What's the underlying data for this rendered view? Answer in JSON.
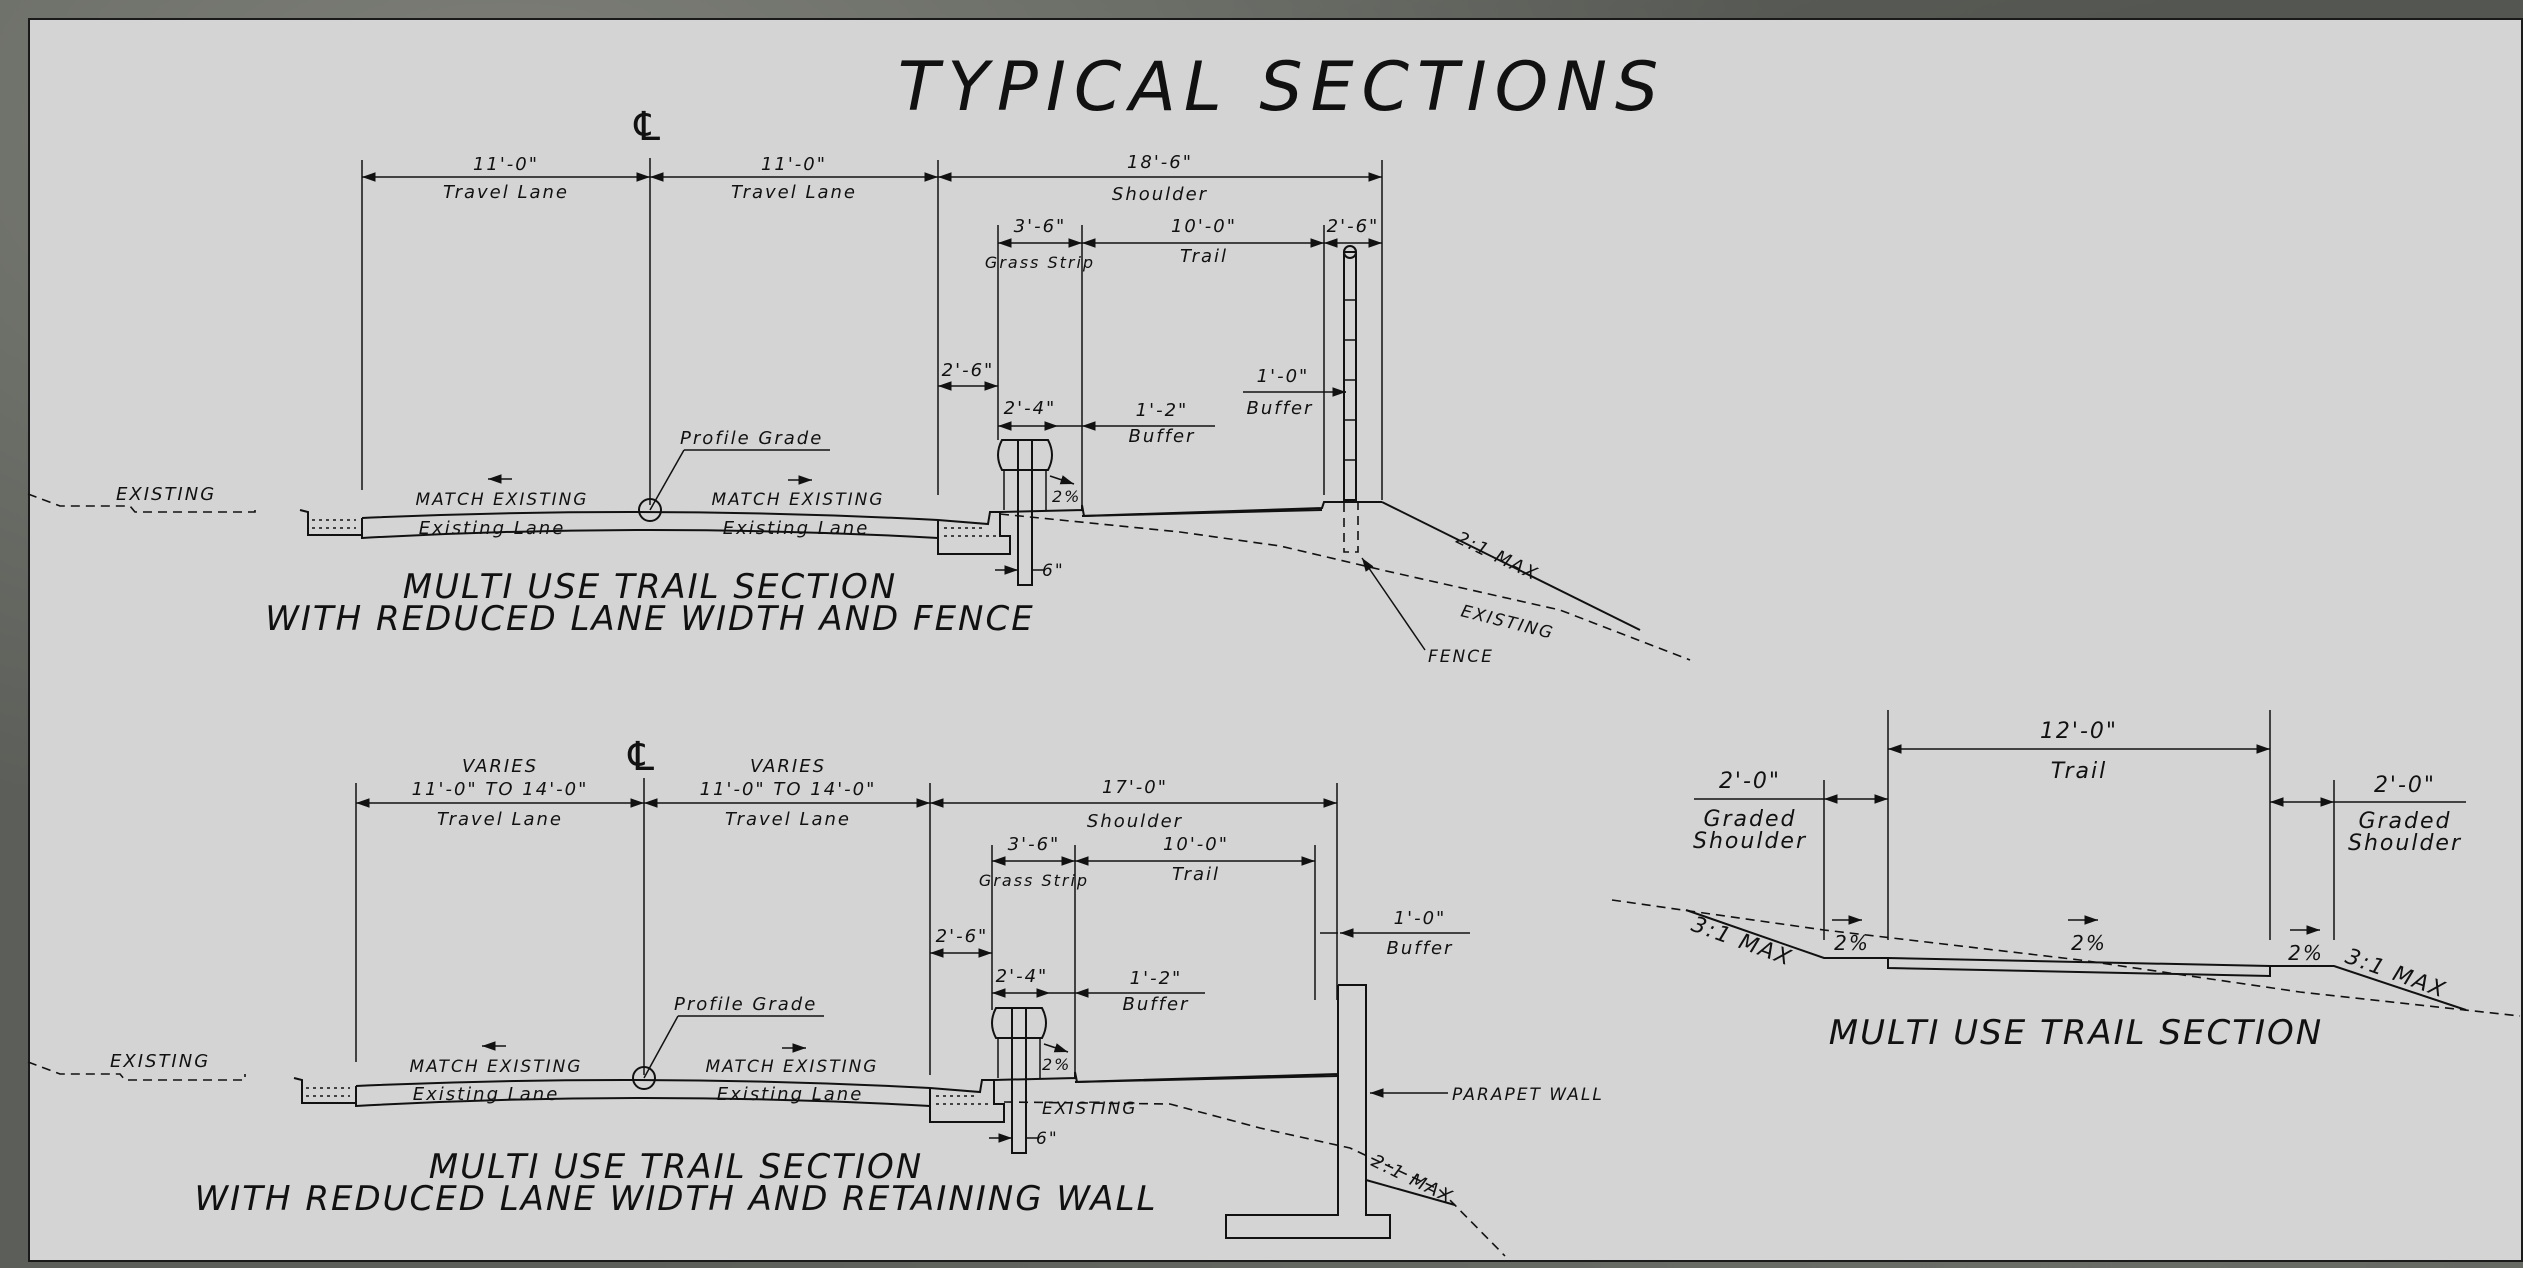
{
  "title": "TYPICAL SECTIONS",
  "centerline_symbol": "℄",
  "section_fence": {
    "title_line1": "MULTI USE TRAIL SECTION",
    "title_line2": "WITH REDUCED LANE WIDTH AND FENCE",
    "dim_lane_left": "11'-0\"",
    "dim_lane_right": "11'-0\"",
    "dim_shoulder": "18'-6\"",
    "lane_label": "Travel Lane",
    "shoulder_label": "Shoulder",
    "dim_grass": "3'-6\"",
    "grass_label": "Grass Strip",
    "dim_trail": "10'-0\"",
    "trail_label": "Trail",
    "dim_right_edge": "2'-6\"",
    "dim_curb_offset": "2'-6\"",
    "dim_curb": "2'-4\"",
    "dim_buffer_small": "1'-2\"",
    "buffer_label": "Buffer",
    "dim_fence_buffer": "1'-0\"",
    "profile_grade": "Profile Grade",
    "existing_left": "EXISTING",
    "match_existing": "MATCH EXISTING",
    "existing_lane": "Existing Lane",
    "slope_pct": "2%",
    "dim_six": "6\"",
    "slope_max": "2:1 MAX",
    "existing_right": "EXISTING",
    "fence_label": "FENCE"
  },
  "section_wall": {
    "title_line1": "MULTI USE TRAIL SECTION",
    "title_line2": "WITH REDUCED LANE WIDTH AND RETAINING WALL",
    "varies": "VARIES",
    "lane_range": "11'-0\" TO 14'-0\"",
    "lane_label": "Travel Lane",
    "dim_shoulder": "17'-0\"",
    "shoulder_label": "Shoulder",
    "dim_grass": "3'-6\"",
    "grass_label": "Grass Strip",
    "dim_trail": "10'-0\"",
    "trail_label": "Trail",
    "dim_buffer_right": "1'-0\"",
    "buffer_label": "Buffer",
    "dim_curb_offset": "2'-6\"",
    "dim_curb": "2'-4\"",
    "dim_buffer_small": "1'-2\"",
    "profile_grade": "Profile Grade",
    "existing_left": "EXISTING",
    "match_existing": "MATCH EXISTING",
    "existing_lane": "Existing Lane",
    "slope_pct": "2%",
    "existing_mid": "EXISTING",
    "dim_six": "6\"",
    "parapet_label": "PARAPET WALL",
    "slope_max": "2:1 MAX"
  },
  "section_trail": {
    "title": "MULTI USE TRAIL SECTION",
    "dim_trail": "12'-0\"",
    "trail_label": "Trail",
    "dim_shoulder": "2'-0\"",
    "shoulder_line1": "Graded",
    "shoulder_line2": "Shoulder",
    "slope_pct": "2%",
    "slope_max": "3:1 MAX"
  }
}
